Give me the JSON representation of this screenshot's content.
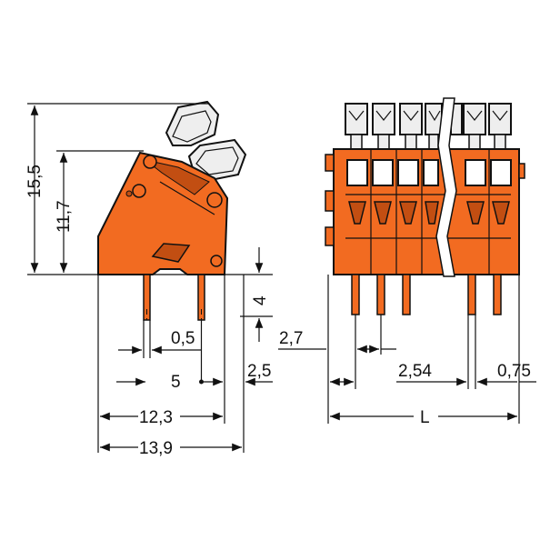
{
  "colors": {
    "body": "#f26b21",
    "body_dark": "#c24e12",
    "lever": "#eeeeee",
    "ink": "#111111"
  },
  "dimensions": {
    "height_total": "15,5",
    "height_body": "11,7",
    "pin_length": "4",
    "pin_width": "0,5",
    "pin_pitch_side": "5",
    "side_offset": "2,5",
    "width_12_3": "12,3",
    "width_13_9": "13,9",
    "edge_offset": "2,7",
    "pitch": "2,54",
    "pin_edge": "0,75",
    "length": "L"
  }
}
